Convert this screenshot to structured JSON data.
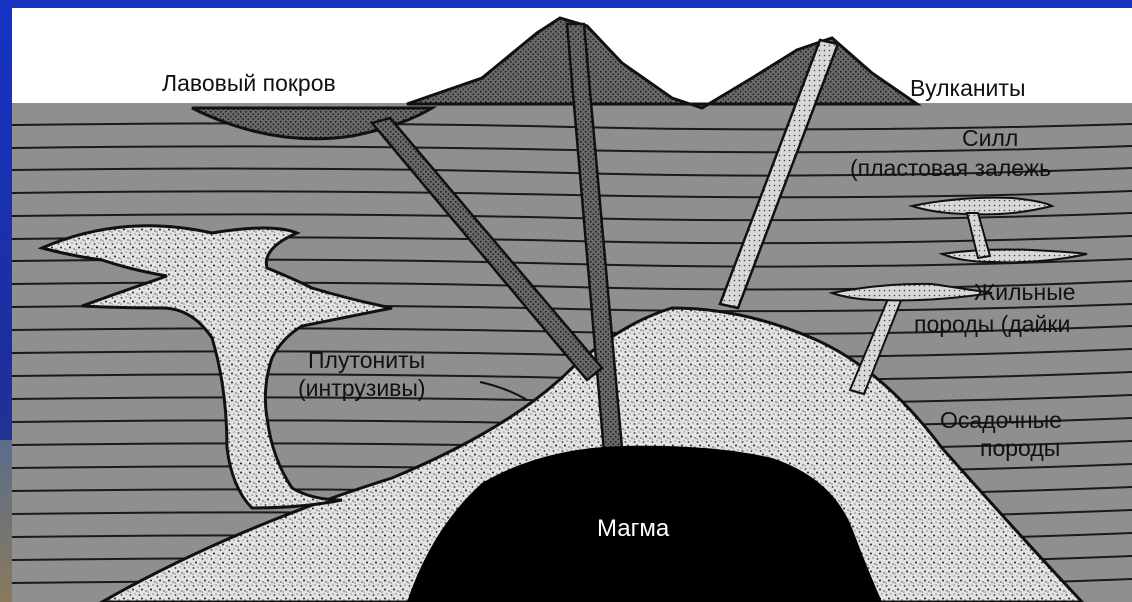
{
  "labels": {
    "lava_cover": "Лавовый покров",
    "volcanites": "Вулканиты",
    "sill_line1": "Силл",
    "sill_line2": "(пластовая залежь",
    "dikes_line1": "Жильные",
    "dikes_line2": "породы (дайки",
    "plutonites_line1": "Плутониты",
    "plutonites_line2": "(интрузивы)",
    "sedimentary_line1": "Осадочные",
    "sedimentary_line2": "породы",
    "magma": "Магма"
  },
  "colors": {
    "frame": "#1a2fa8",
    "sediment": "#8f8f8f",
    "strata_line": "#1a1a1a",
    "intrusion": "#dcdcdc",
    "magma": "#000000",
    "volcano": "#5a5a5a"
  }
}
